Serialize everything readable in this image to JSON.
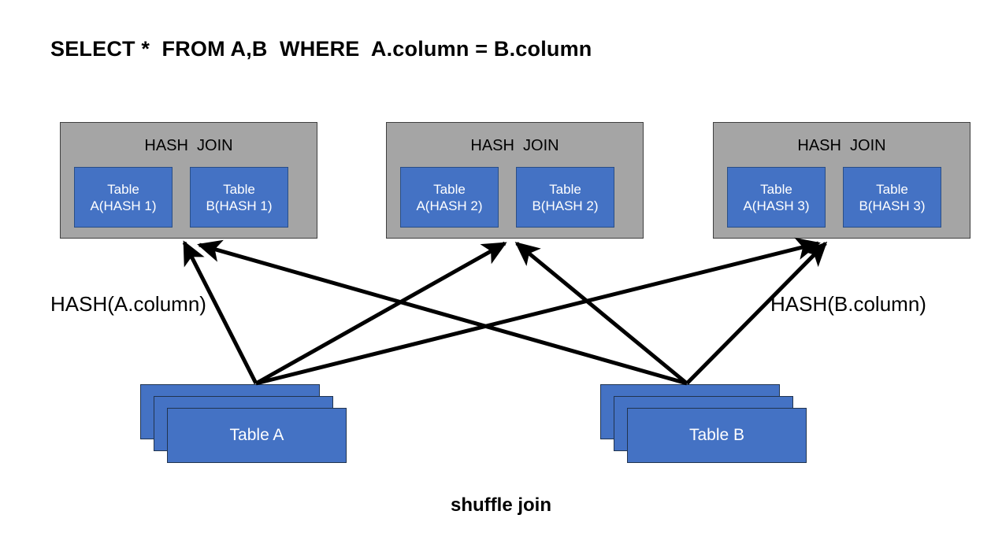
{
  "diagram": {
    "query": "SELECT *  FROM A,B  WHERE  A.column = B.column",
    "caption": "shuffle join",
    "colors": {
      "group_fill": "#a5a5a5",
      "table_fill": "#4472c4",
      "arrow": "#000000",
      "text_on_table": "#ffffff",
      "background": "#ffffff"
    }
  },
  "join_groups": [
    {
      "title": "HASH  JOIN",
      "left_partition": {
        "line1": "Table",
        "line2": "A(HASH 1)"
      },
      "right_partition": {
        "line1": "Table",
        "line2": "B(HASH 1)"
      }
    },
    {
      "title": "HASH  JOIN",
      "left_partition": {
        "line1": "Table",
        "line2": "A(HASH 2)"
      },
      "right_partition": {
        "line1": "Table",
        "line2": "B(HASH 2)"
      }
    },
    {
      "title": "HASH  JOIN",
      "left_partition": {
        "line1": "Table",
        "line2": "A(HASH 3)"
      },
      "right_partition": {
        "line1": "Table",
        "line2": "B(HASH 3)"
      }
    }
  ],
  "hash_labels": {
    "left": "HASH(A.column)",
    "right": "HASH(B.column)"
  },
  "sources": [
    {
      "label": "Table A"
    },
    {
      "label": "Table B"
    }
  ],
  "flows": [
    {
      "from": "Table A",
      "to": "HASH JOIN 1"
    },
    {
      "from": "Table A",
      "to": "HASH JOIN 2"
    },
    {
      "from": "Table A",
      "to": "HASH JOIN 3"
    },
    {
      "from": "Table B",
      "to": "HASH JOIN 1"
    },
    {
      "from": "Table B",
      "to": "HASH JOIN 2"
    },
    {
      "from": "Table B",
      "to": "HASH JOIN 3"
    }
  ]
}
